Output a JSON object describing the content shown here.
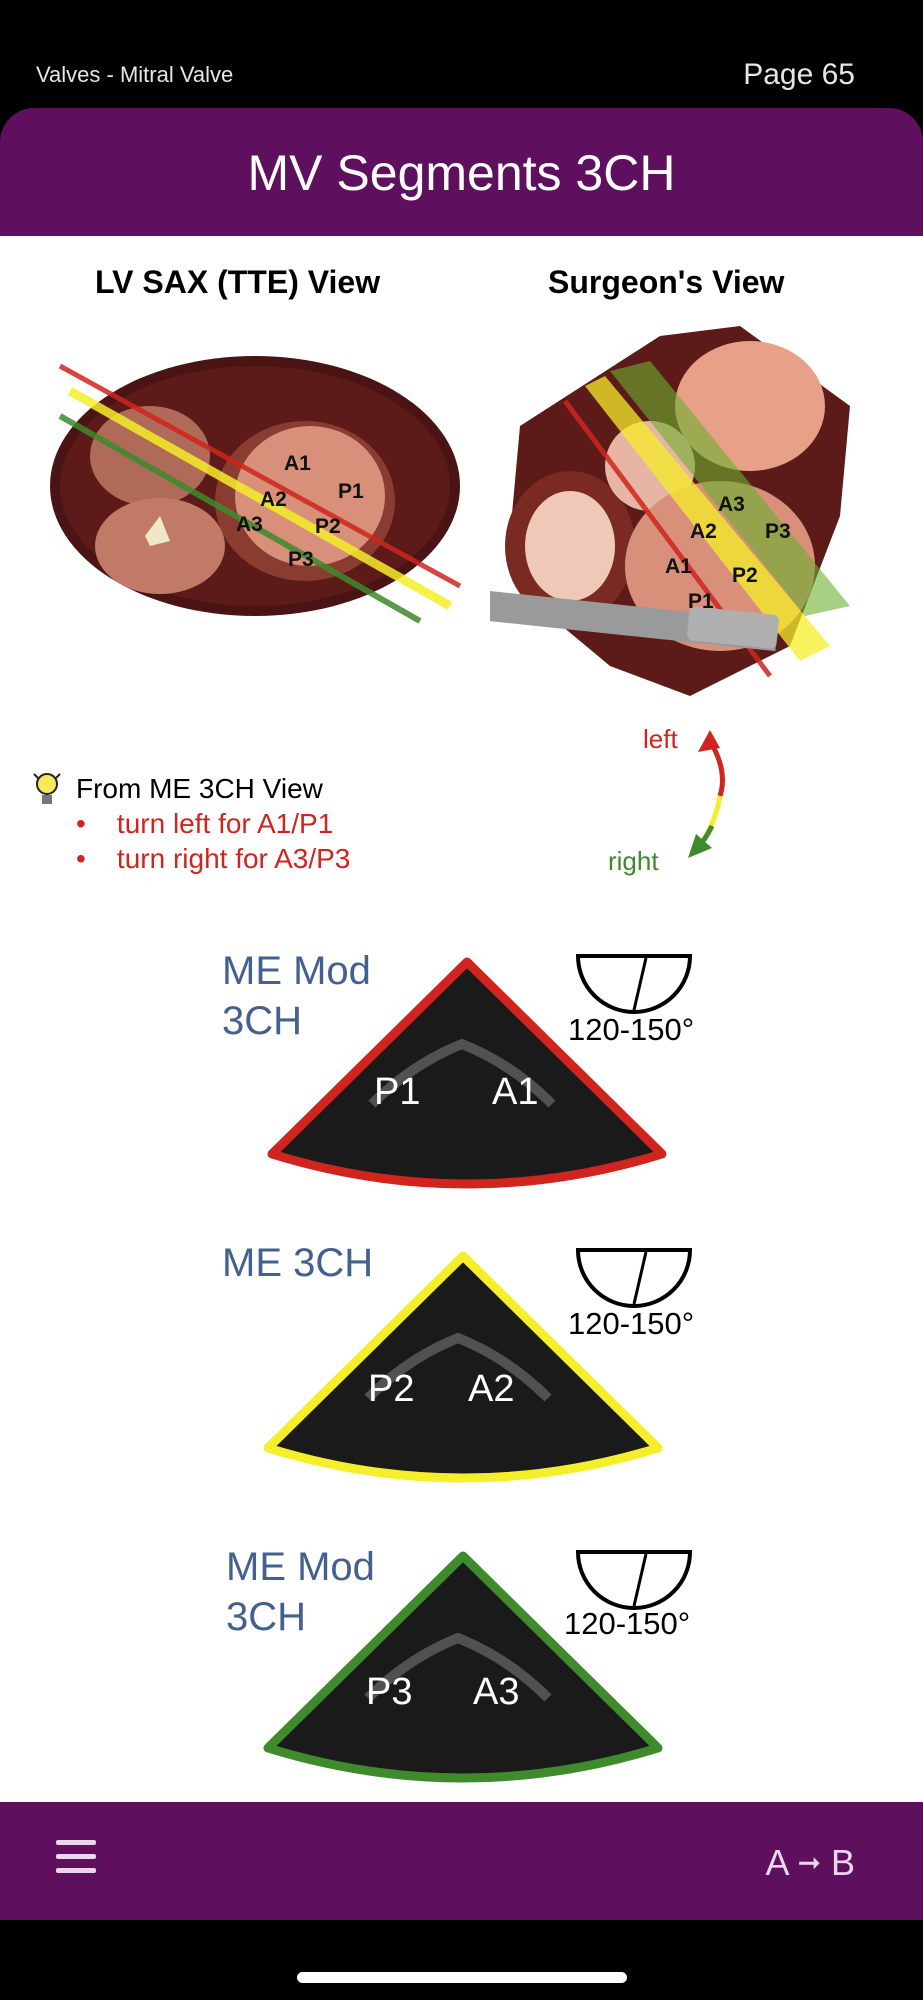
{
  "header": {
    "breadcrumb": "Valves - Mitral Valve",
    "page_number": "Page 65"
  },
  "title": "MV Segments 3CH",
  "views": {
    "left_heading": "LV SAX (TTE) View",
    "right_heading": "Surgeon's View",
    "left_segments": [
      "A1",
      "A2",
      "A3",
      "P1",
      "P2",
      "P3"
    ],
    "right_segments": [
      "A1",
      "A2",
      "A3",
      "P1",
      "P2",
      "P3"
    ]
  },
  "tip": {
    "intro": "From ME 3CH View",
    "bullets": [
      "turn left for A1/P1",
      "turn right for A3/P3"
    ],
    "arrow_left": "left",
    "arrow_right": "right"
  },
  "echoes": [
    {
      "label": "ME Mod\n3CH",
      "angle": "120-150°",
      "labels": [
        "P1",
        "A1"
      ],
      "border_color": "#d0251e"
    },
    {
      "label": "ME 3CH",
      "angle": "120-150°",
      "labels": [
        "P2",
        "A2"
      ],
      "border_color": "#f5ee2a"
    },
    {
      "label": "ME Mod\n3CH",
      "angle": "120-150°",
      "labels": [
        "P3",
        "A3"
      ],
      "border_color": "#3e8a2c"
    }
  ],
  "footer": {
    "menu_icon": "hamburger-menu-icon",
    "compare_label_a": "A",
    "compare_label_b": "B",
    "arrow_icon": "right-arrow-icon"
  },
  "colors": {
    "brand_purple": "#5e0f5e",
    "tip_red": "#d0251e",
    "green": "#3e8a2c",
    "label_blue": "#44608f"
  }
}
